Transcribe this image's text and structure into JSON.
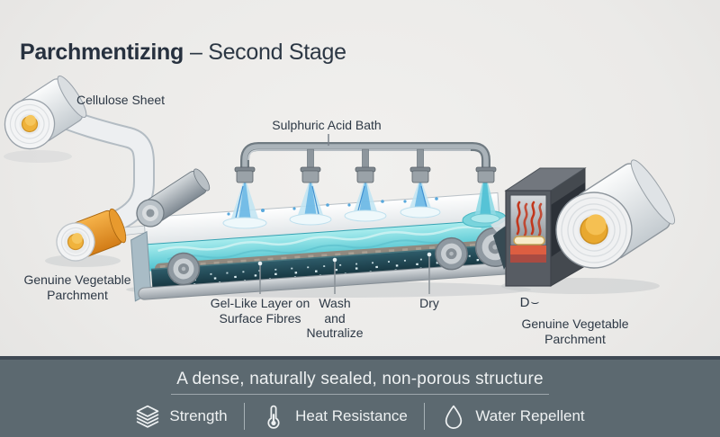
{
  "title": {
    "product": "Parchmentizing",
    "stage": "– Second Stage"
  },
  "diagram": {
    "cellulose_sheet": "Cellulose Sheet",
    "sulphuric_acid_bath": "Sulphuric Acid Bath",
    "parchment_left": {
      "line1": "Genuine Vegetable",
      "line2": "Parchment"
    },
    "gel_layer": {
      "line1": "Gel-Like Layer on",
      "line2": "Surface Fibres"
    },
    "wash": {
      "line1": "Wash",
      "line2": "and",
      "line3": "Neutralize"
    },
    "dry": "Dry",
    "dry_mark": "D⌣",
    "parchment_right": {
      "line1": "Genuine Vegetable",
      "line2": "Parchment"
    }
  },
  "banner": {
    "headline": "A dense, naturally sealed, non-porous structure",
    "features": [
      {
        "icon": "layers-icon",
        "label": "Strength"
      },
      {
        "icon": "thermometer-icon",
        "label": "Heat Resistance"
      },
      {
        "icon": "droplet-icon",
        "label": "Water Repellent"
      }
    ]
  },
  "colors": {
    "background": "#ecebe9",
    "ink": "#2d3845",
    "banner_bg": "#5c6970",
    "banner_divider": "#3f4954",
    "banner_text": "#eef1f2",
    "acid_teal": "#4cc2cf",
    "roll_core_orange": "#f0b33c",
    "parchment_orange": "#e0891f",
    "heat_red": "#c63a1f"
  }
}
